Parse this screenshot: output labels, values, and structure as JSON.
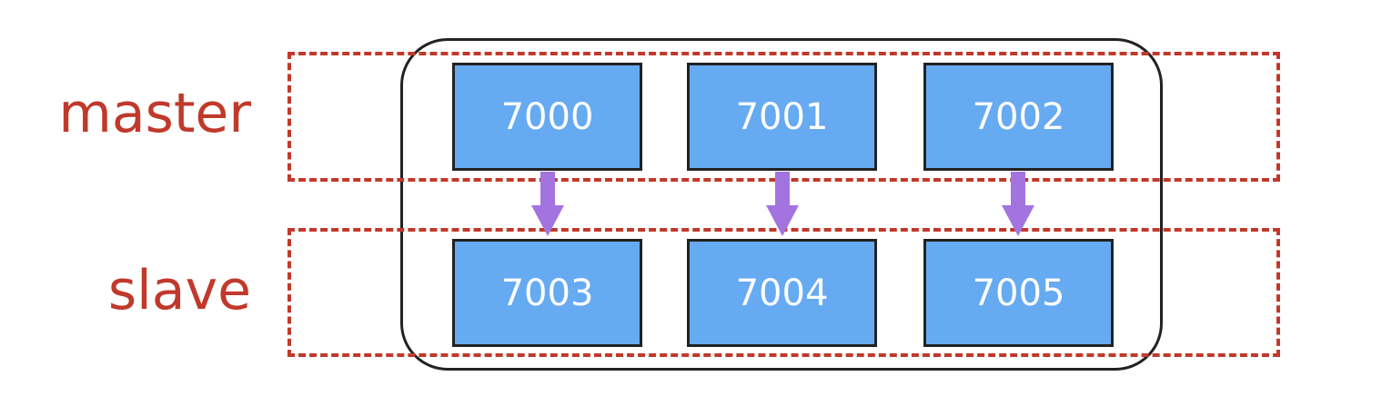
{
  "labels": {
    "master": "master",
    "slave": "slave"
  },
  "masters": [
    {
      "id": "7000"
    },
    {
      "id": "7001"
    },
    {
      "id": "7002"
    }
  ],
  "slaves": [
    {
      "id": "7003"
    },
    {
      "id": "7004"
    },
    {
      "id": "7005"
    }
  ],
  "links": [
    {
      "from": "7000",
      "to": "7003"
    },
    {
      "from": "7001",
      "to": "7004"
    },
    {
      "from": "7002",
      "to": "7005"
    }
  ],
  "colors": {
    "label": "#c0392b",
    "dashed_frame": "#c0392b",
    "node_fill": "#66aaf2",
    "node_border": "#222222",
    "node_text": "#ffffff",
    "arrow": "#a374e0",
    "cluster_border": "#222222"
  }
}
